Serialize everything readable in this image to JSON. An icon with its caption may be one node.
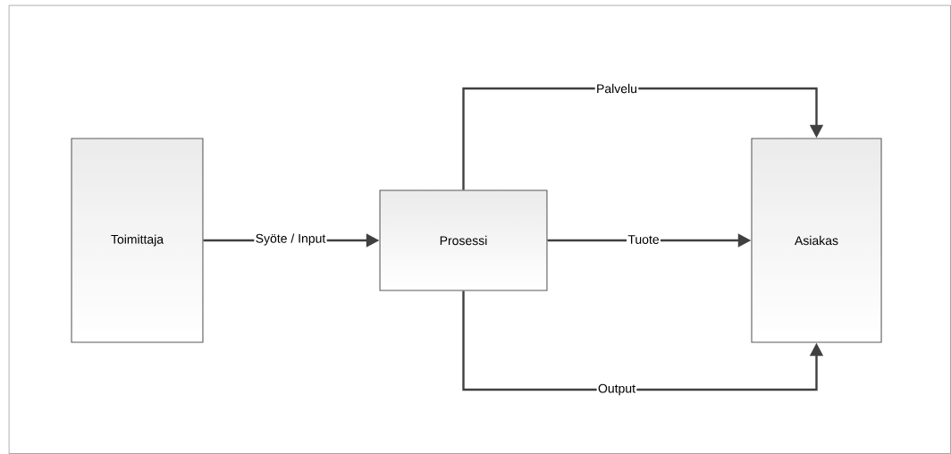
{
  "diagram": {
    "nodes": [
      {
        "text": [
          "Toimittaja"
        ]
      },
      {
        "text": [
          "Prosessi"
        ]
      },
      {
        "text": [
          "Asiakas"
        ]
      }
    ],
    "edges": [
      {
        "from": 0,
        "to": 1,
        "arrow": "to",
        "label": "Syöte / Input"
      },
      {
        "from": 1,
        "to": 2,
        "arrow": "to",
        "label": "Palvelu"
      },
      {
        "from": 1,
        "to": 2,
        "arrow": "to",
        "label": "Tuote"
      },
      {
        "from": 1,
        "to": 2,
        "arrow": "to",
        "label": "Output"
      }
    ]
  }
}
